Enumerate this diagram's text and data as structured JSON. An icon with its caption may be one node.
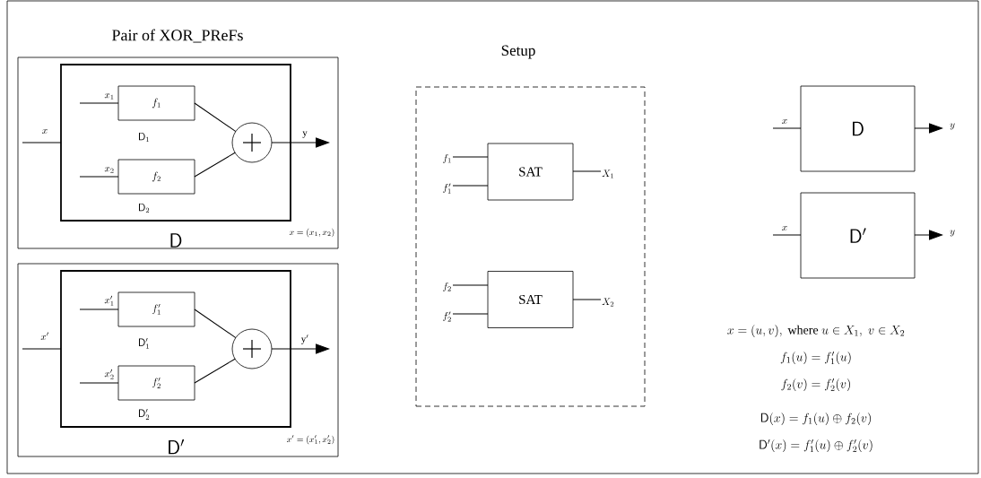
{
  "diagram": {
    "nodes": [
      {
        "text": [
          "x=(x_1,x_2)"
        ]
      },
      {
        "text": [
          "\\mathsf{D}"
        ],
        "in": 0
      },
      {
        "text": [
          "f_1"
        ],
        "beside": [
          "\\mathsf{D}_1"
        ],
        "in": 1
      },
      {
        "text": [
          "f_2"
        ],
        "beside": [
          "\\mathsf{D}_2"
        ],
        "in": 1
      },
      {
        "text": [],
        "shape": "circle",
        "in": 1
      },
      {
        "text": [
          "x'=(x_1',x_2')"
        ]
      },
      {
        "text": [
          "\\mathsf{D}'"
        ],
        "in": 5
      },
      {
        "text": [
          "f_1'"
        ],
        "beside": [
          "\\mathsf{D}_1'"
        ],
        "in": 6
      },
      {
        "text": [
          "f_2'"
        ],
        "beside": [
          "\\mathsf{D}_2'"
        ],
        "in": 6
      },
      {
        "text": [],
        "shape": "circle",
        "in": 6
      },
      {
        "text": [
          "Setup"
        ]
      },
      {
        "text": [
          "SAT"
        ],
        "in": 10
      },
      {
        "text": [
          "SAT"
        ],
        "in": 10
      },
      {
        "text": [
          "\\mathsf{D}"
        ]
      },
      {
        "text": [
          "\\mathsf{D}'"
        ]
      }
    ],
    "edges": [
      {
        "from": null,
        "to": 1,
        "arrow": "none",
        "label": "x"
      },
      {
        "from": null,
        "to": 2,
        "arrow": "none",
        "label": "x_1"
      },
      {
        "from": null,
        "to": 3,
        "arrow": "none",
        "label": "x_2"
      },
      {
        "from": 2,
        "to": 4,
        "arrow": "none"
      },
      {
        "from": 3,
        "to": 4,
        "arrow": "none"
      },
      {
        "from": 4,
        "to": null,
        "arrow": "to",
        "label": "\\mathrm{y}"
      },
      {
        "from": null,
        "to": 6,
        "arrow": "none",
        "label": "x'"
      },
      {
        "from": null,
        "to": 7,
        "arrow": "none",
        "label": "x_1'"
      },
      {
        "from": null,
        "to": 8,
        "arrow": "none",
        "label": "x_2'"
      },
      {
        "from": 7,
        "to": 9,
        "arrow": "none"
      },
      {
        "from": 8,
        "to": 9,
        "arrow": "none"
      },
      {
        "from": 9,
        "to": null,
        "arrow": "to",
        "label": "\\mathrm{y}'"
      },
      {
        "from": null,
        "to": 11,
        "arrow": "none",
        "label": "f_1"
      },
      {
        "from": null,
        "to": 11,
        "arrow": "none",
        "label": "f_1'"
      },
      {
        "from": 11,
        "to": null,
        "arrow": "none",
        "label": "X_1"
      },
      {
        "from": null,
        "to": 12,
        "arrow": "none",
        "label": "f_2"
      },
      {
        "from": null,
        "to": 12,
        "arrow": "none",
        "label": "f_2'"
      },
      {
        "from": 12,
        "to": null,
        "arrow": "none",
        "label": "X_2"
      },
      {
        "from": null,
        "to": 13,
        "arrow": "none",
        "label": "x"
      },
      {
        "from": 13,
        "to": null,
        "arrow": "to",
        "label": "y"
      },
      {
        "from": null,
        "to": 14,
        "arrow": "none",
        "label": "x"
      },
      {
        "from": 14,
        "to": null,
        "arrow": "to",
        "label": "y"
      }
    ],
    "labels": [
      "Pair of XOR_PReFs",
      "x=(u,v),\\text{ where }u\\in X_1,\\;v\\in X_2",
      "f_1(u)=f_1'(u)",
      "f_2(v)=f_2'(v)",
      "\\mathsf{D}(x)=f_1(u)\\oplus f_2(v)",
      "\\mathsf{D}'(x)=f_1'(u)\\oplus f_2'(v)"
    ]
  }
}
